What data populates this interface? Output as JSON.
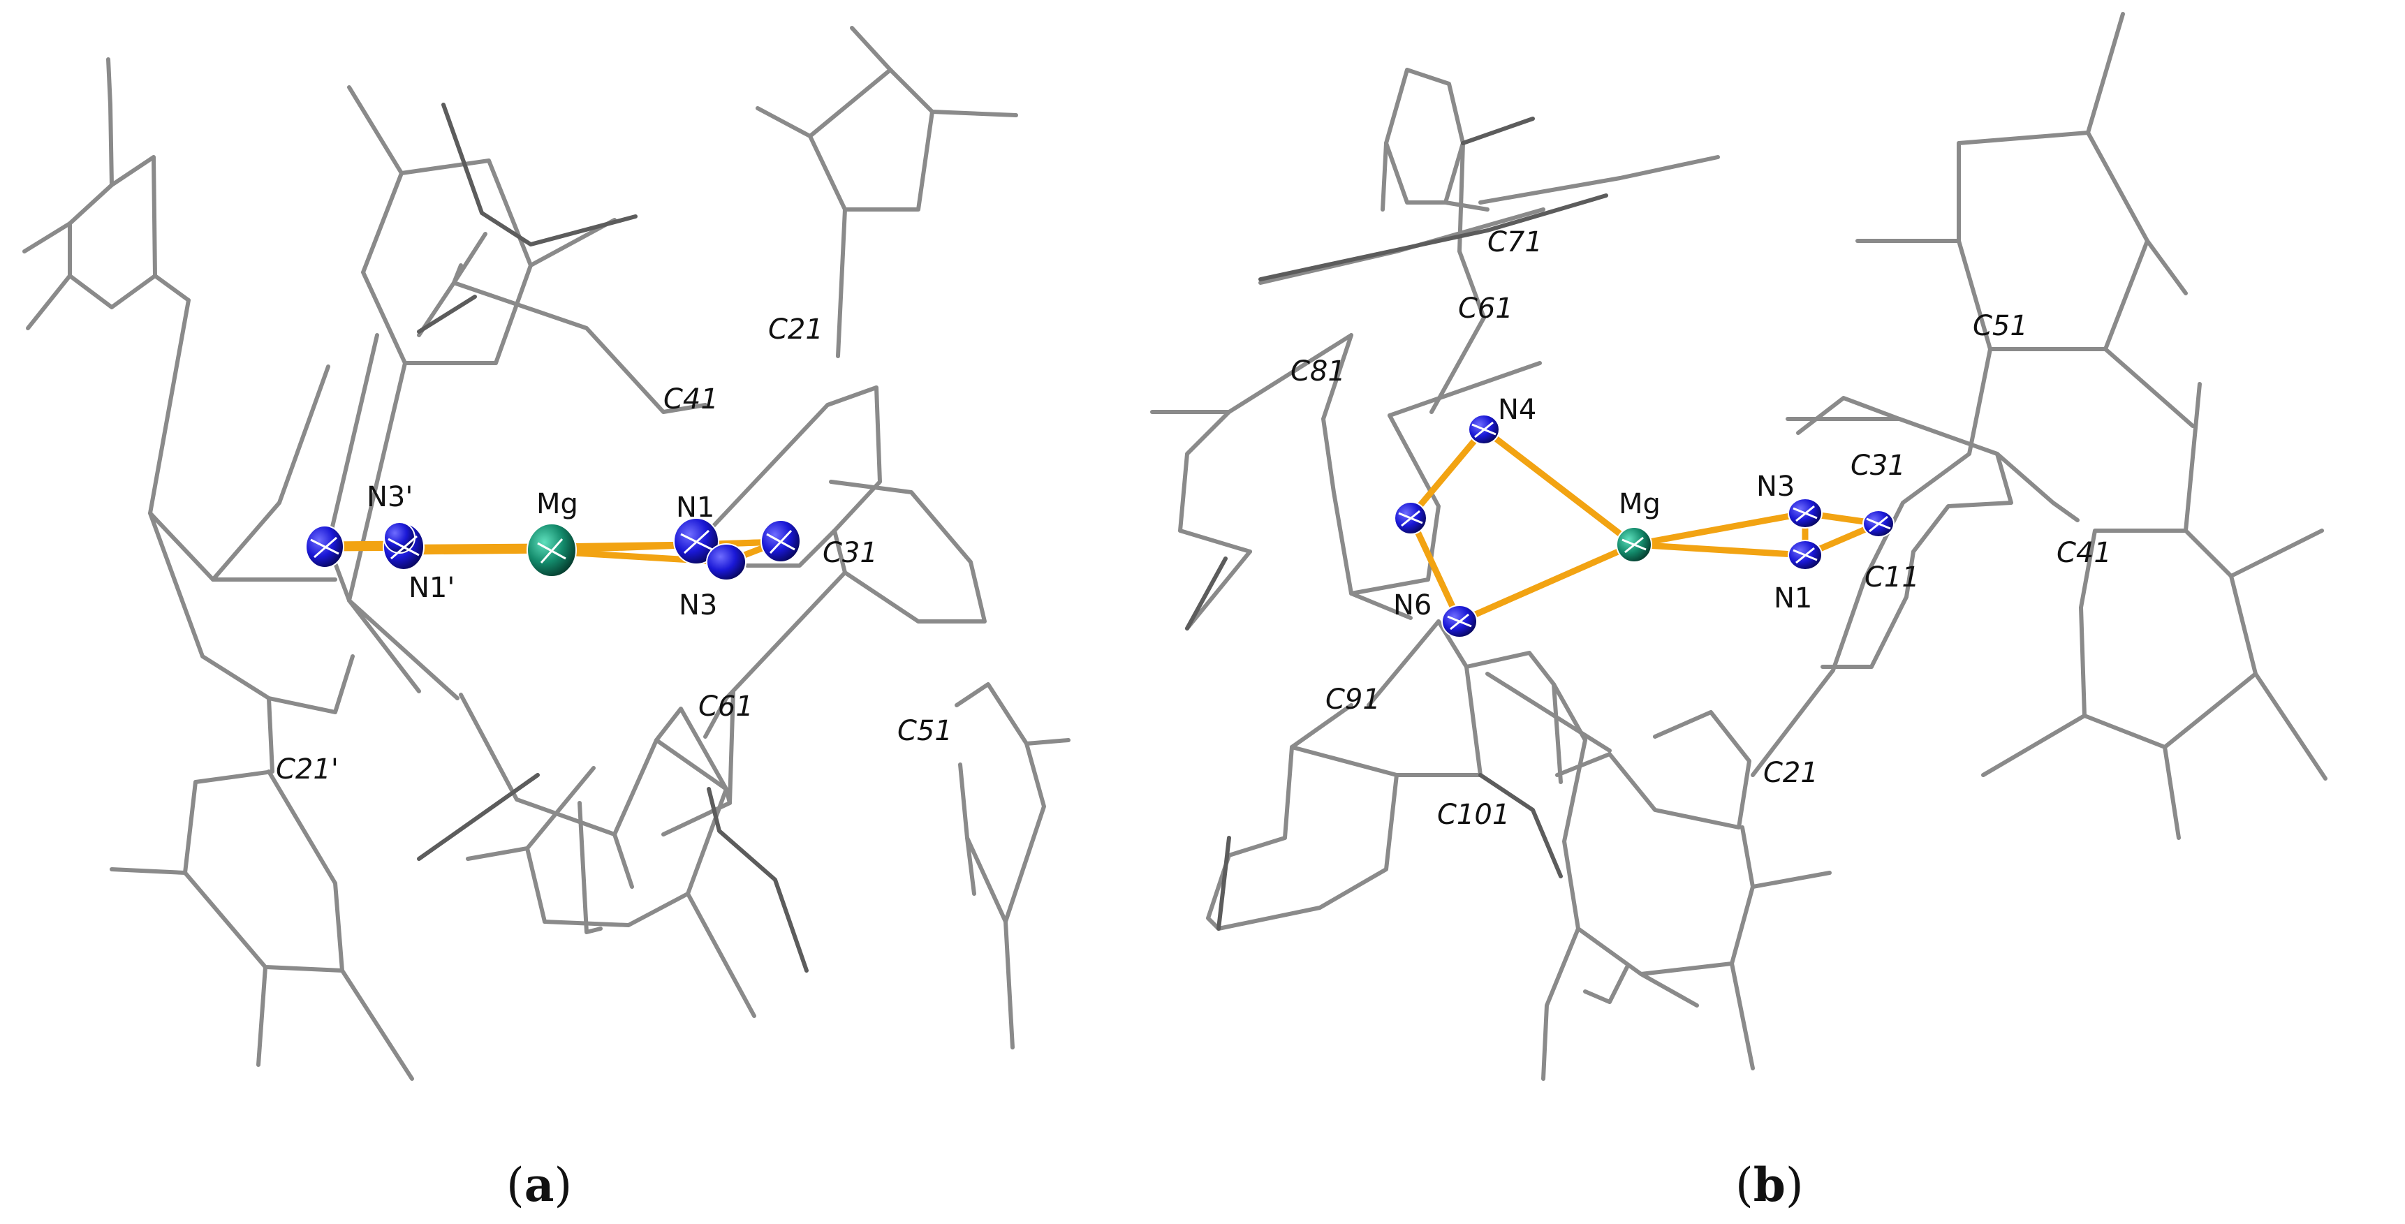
{
  "colors": {
    "background": "#ffffff",
    "skeleton_bond": "#8a8a8a",
    "skeleton_bond_dark": "#5c5c5c",
    "coordination_bond": "#f2a312",
    "nitrogen_atom": "#1a18d6",
    "magnesium_atom": "#138a6b",
    "label_text": "#111111"
  },
  "panels": [
    {
      "id": "a",
      "caption": {
        "open": "(",
        "letter": "a",
        "close": ")"
      },
      "labels": [
        "Mg",
        "N1",
        "N3",
        "N3'",
        "N1'",
        "C21",
        "C41",
        "C31",
        "C61",
        "C51",
        "C21'"
      ]
    },
    {
      "id": "b",
      "caption": {
        "open": "(",
        "letter": "b",
        "close": ")"
      },
      "labels": [
        "Mg",
        "N1",
        "N3",
        "N4",
        "N6",
        "C11",
        "C21",
        "C31",
        "C41",
        "C51",
        "C61",
        "C71",
        "C81",
        "C91",
        "C101"
      ]
    }
  ]
}
